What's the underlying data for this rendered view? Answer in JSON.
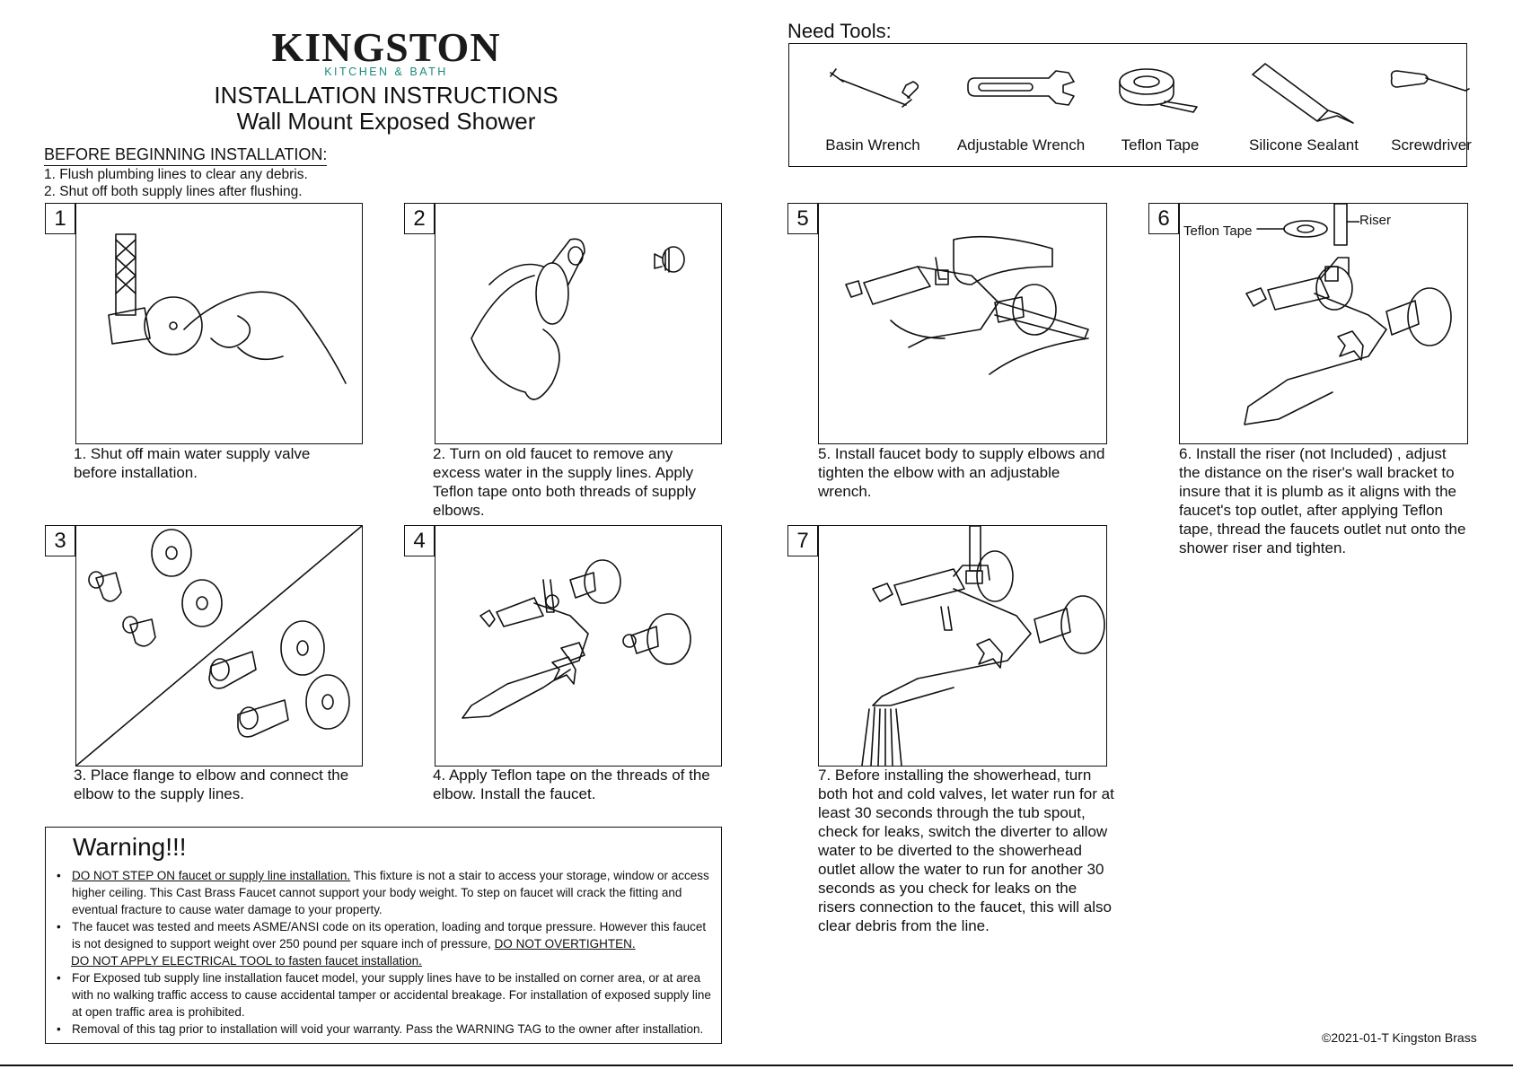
{
  "header": {
    "brand": "KINGSTON",
    "brand_sub": "KITCHEN & BATH",
    "title": "INSTALLATION INSTRUCTIONS",
    "subtitle": "Wall Mount Exposed Shower"
  },
  "before": {
    "heading": "BEFORE BEGINNING INSTALLATION:",
    "items": [
      "1. Flush plumbing lines to clear any debris.",
      "2. Shut off both supply lines after flushing."
    ]
  },
  "tools": {
    "heading": "Need Tools:",
    "items": [
      {
        "label": "Basin Wrench",
        "icon": "basin-wrench-icon"
      },
      {
        "label": "Adjustable Wrench",
        "icon": "adjustable-wrench-icon"
      },
      {
        "label": "Teflon Tape",
        "icon": "teflon-tape-icon"
      },
      {
        "label": "Silicone Sealant",
        "icon": "silicone-sealant-icon"
      },
      {
        "label": "Screwdriver",
        "icon": "screwdriver-icon"
      }
    ]
  },
  "steps": [
    {
      "number": "1",
      "caption": "1. Shut off main water supply valve before installation."
    },
    {
      "number": "2",
      "caption": "2. Turn on old faucet to remove any excess water in the supply lines.  Apply Teflon tape onto both threads of supply elbows."
    },
    {
      "number": "3",
      "caption": "3. Place flange to elbow and connect the elbow to the supply lines."
    },
    {
      "number": "4",
      "caption": "4. Apply Teflon tape on the threads of the elbow.  Install the faucet."
    },
    {
      "number": "5",
      "caption": "5. Install faucet body to supply elbows and tighten the elbow with an adjustable wrench."
    },
    {
      "number": "6",
      "caption": "6. Install the riser (not Included) , adjust the distance on the riser's wall bracket to insure that it is plumb as it aligns with the faucet's top outlet, after applying Teflon tape, thread the faucets outlet nut onto the shower riser and tighten."
    },
    {
      "number": "7",
      "caption": "7. Before installing the showerhead, turn both hot and cold valves, let water run for at least 30 seconds through the tub spout, check for leaks, switch the diverter to allow water to be diverted to the showerhead outlet allow the water to run for another 30 seconds as you check for leaks on the risers connection to the faucet, this will also clear debris from the line."
    }
  ],
  "step6_labels": {
    "teflon": "Teflon Tape",
    "riser": "Riser"
  },
  "warning": {
    "title": "Warning!!!",
    "items": [
      {
        "underlined": "DO NOT STEP ON faucet or supply line installation.",
        "text": " This fixture is not a stair to access your storage, window or access higher ceiling. This Cast Brass Faucet cannot support your body weight.  To step on faucet will crack the fitting and eventual fracture to cause water damage to your property."
      },
      {
        "text": "The faucet was tested and meets ASME/ANSI code on its operation, loading and torque pressure. However this faucet is not designed to support weight over 250 pound per square inch of pressure, ",
        "underlined": "DO NOT OVERTIGHTEN.",
        "underlined2": "DO NOT APPLY ELECTRICAL TOOL to fasten faucet installation."
      },
      {
        "text": "For Exposed tub supply line installation faucet model, your supply lines have to be installed on corner area, or at area with no walking traffic access to cause accidental tamper or accidental breakage. For installation of exposed supply line at open traffic area is prohibited."
      },
      {
        "text": "Removal of this tag prior to installation will void your warranty. Pass the WARNING TAG to the owner after installation."
      }
    ]
  },
  "footer": {
    "copyright": "©2021-01-T Kingston Brass"
  }
}
